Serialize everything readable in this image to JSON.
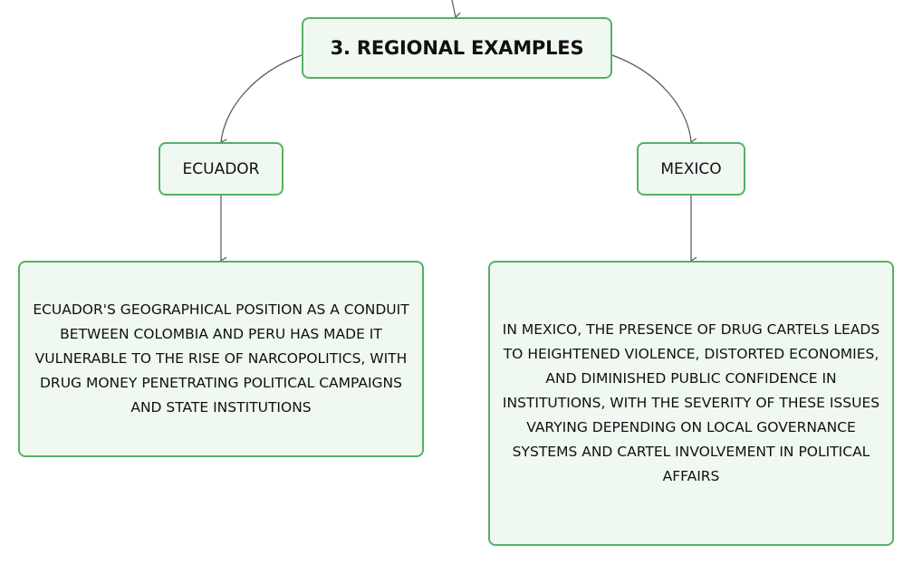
{
  "diagram": {
    "root": {
      "title": "3. REGIONAL EXAMPLES"
    },
    "branches": [
      {
        "label": "ECUADOR",
        "description": "ECUADOR'S GEOGRAPHICAL POSITION AS A CONDUIT BETWEEN COLOMBIA AND PERU HAS MADE IT VULNERABLE TO THE RISE OF NARCOPOLITICS, WITH DRUG MONEY PENETRATING POLITICAL CAMPAIGNS AND STATE INSTITUTIONS"
      },
      {
        "label": "MEXICO",
        "description": "IN MEXICO, THE PRESENCE OF DRUG CARTELS LEADS TO HEIGHTENED VIOLENCE, DISTORTED ECONOMIES, AND DIMINISHED PUBLIC CONFIDENCE IN INSTITUTIONS, WITH THE SEVERITY OF THESE ISSUES VARYING DEPENDING ON LOCAL GOVERNANCE SYSTEMS AND CARTEL INVOLVEMENT IN POLITICAL AFFAIRS"
      }
    ]
  },
  "colors": {
    "node_border": "#55b263",
    "node_fill": "#f0f8f2",
    "connector": "#555555"
  }
}
